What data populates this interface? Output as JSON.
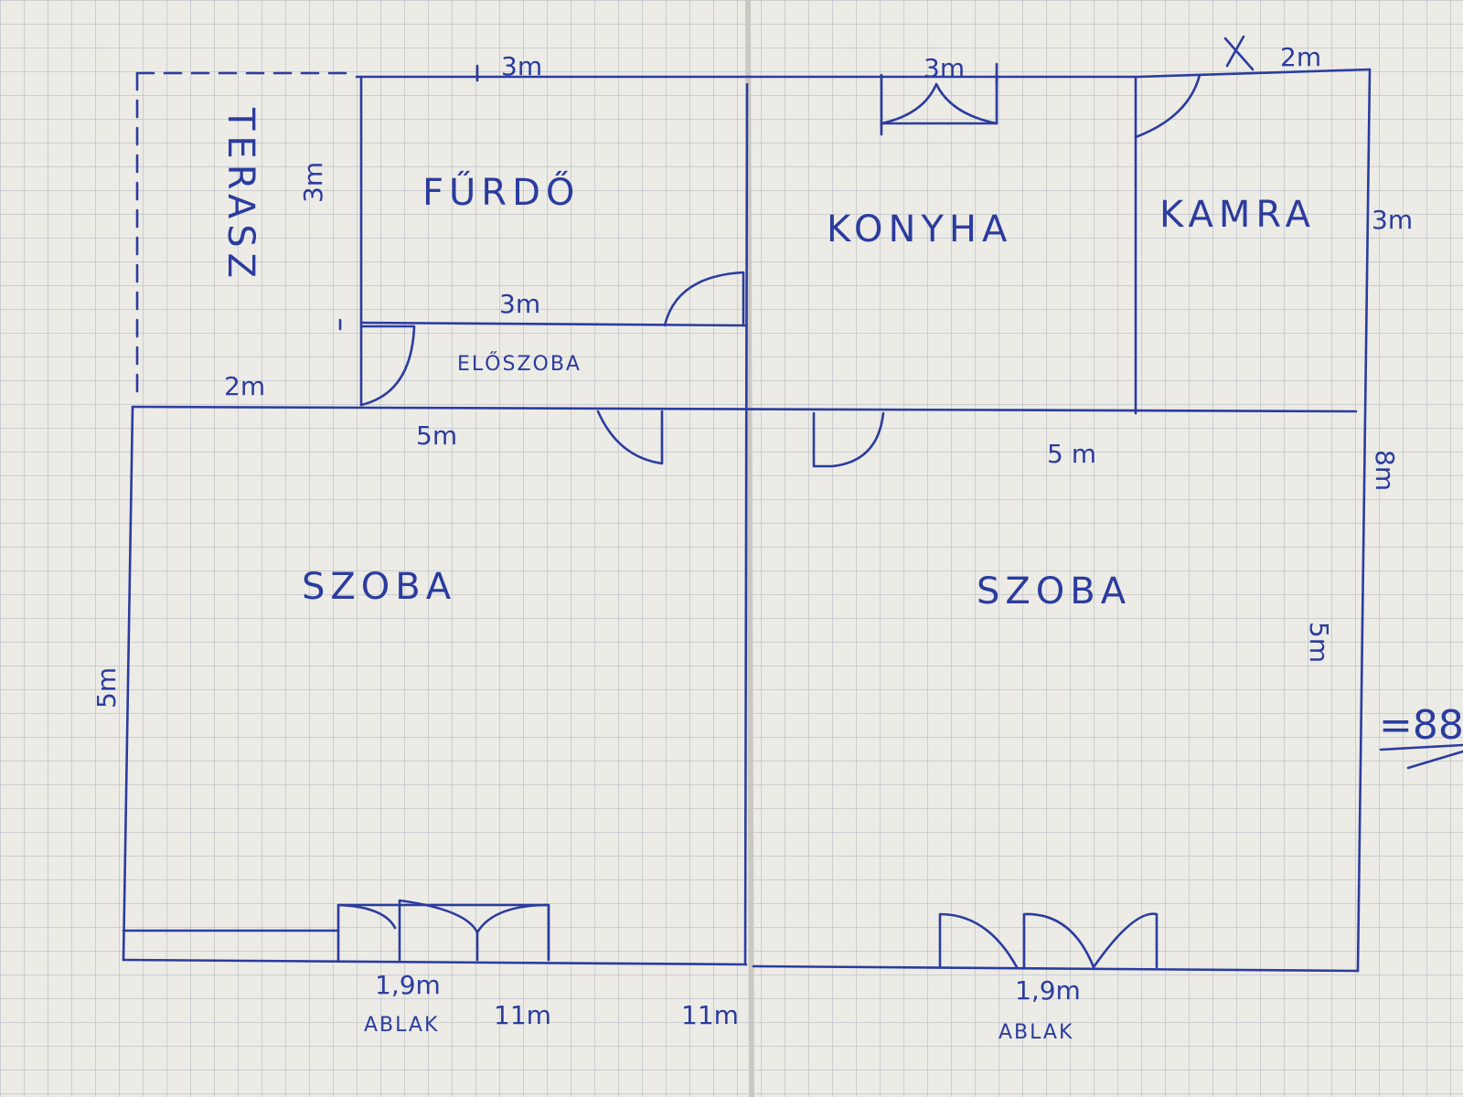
{
  "rooms": {
    "terasz": "TERASZ",
    "furdo": "FŰRDŐ",
    "konyha": "KONYHA",
    "kamra": "KAMRA",
    "eloszoba": "ELŐSZOBA",
    "szoba_left": "SZOBA",
    "szoba_right": "SZOBA"
  },
  "dimensions": {
    "top_furdo": "3m",
    "top_konyha": "3m",
    "top_kamra": "2m",
    "furdo_side": "3m",
    "furdo_bottom": "3m",
    "terasz_bottom": "2m",
    "left_upper_wall": "5m",
    "right_upper_wall": "5 m",
    "right_kamra": "3m",
    "right_total": "8m",
    "right_room": "5m",
    "left_room": "5m",
    "bottom_left_total": "11m",
    "bottom_center_total": "11m"
  },
  "windows": {
    "left_size": "1,9m",
    "left_label": "ABLAK",
    "right_size": "1,9m",
    "right_label": "ABLAK"
  },
  "margin_note": "=88",
  "colors": {
    "ink": "#2b3c9e",
    "paper": "#ecebe6",
    "grid": "#b9bdc3"
  }
}
